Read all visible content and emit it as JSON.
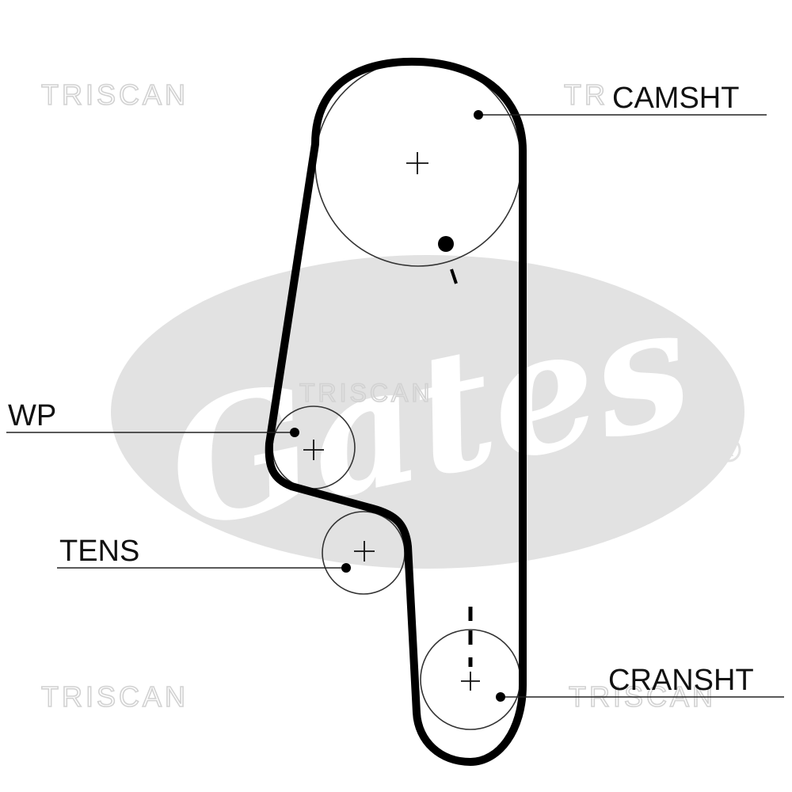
{
  "watermarks": {
    "triscan_top_left": "TRISCAN",
    "triscan_top_right": "TRISCAN",
    "triscan_center": "TRISCAN",
    "triscan_bottom_left": "TRISCAN",
    "triscan_bottom_right": "TRISCAN",
    "brand_logo": "Gates",
    "registered_mark": "®"
  },
  "labels": {
    "camshaft": "CAMSHT",
    "water_pump": "WP",
    "tensioner": "TENS",
    "crankshaft": "CRANSHT"
  },
  "colors": {
    "belt": "#000000",
    "pulley_outline": "#333333",
    "watermark_logo": "#e2e2e2",
    "watermark_text": "#d2d2d2",
    "label_text": "#111111"
  }
}
